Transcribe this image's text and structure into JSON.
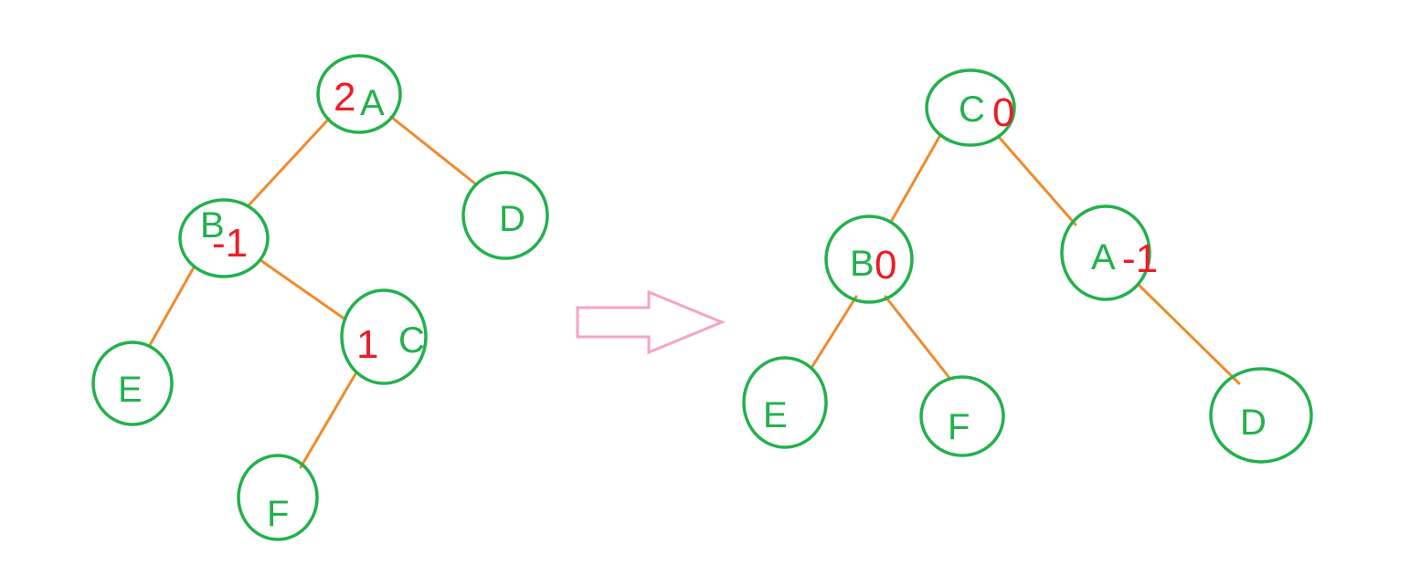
{
  "colors": {
    "node_stroke": "#22b14c",
    "node_text": "#22b14c",
    "balance_factor_text": "#ed1c24",
    "edge": "#f08a2c",
    "arrow": "#f5a3c7"
  },
  "trees": {
    "before": {
      "nodes": {
        "A": {
          "label": "A",
          "bf": "2"
        },
        "B": {
          "label": "B",
          "bf": "-1"
        },
        "C": {
          "label": "C",
          "bf": "1"
        },
        "D": {
          "label": "D"
        },
        "E": {
          "label": "E"
        },
        "F": {
          "label": "F"
        }
      }
    },
    "after": {
      "nodes": {
        "C": {
          "label": "C",
          "bf": "0"
        },
        "B": {
          "label": "B",
          "bf": "0"
        },
        "A": {
          "label": "A",
          "bf": "-1"
        },
        "E": {
          "label": "E"
        },
        "F": {
          "label": "F"
        },
        "D": {
          "label": "D"
        }
      }
    }
  }
}
